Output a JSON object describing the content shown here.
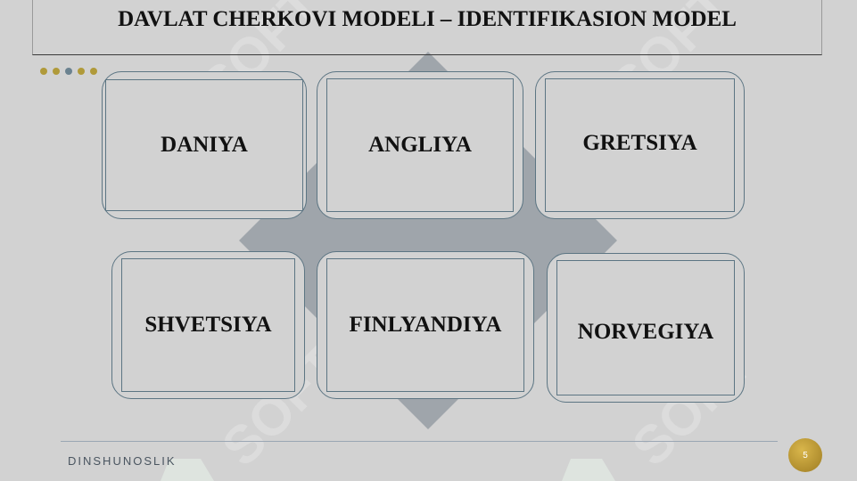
{
  "slide": {
    "title": "DAVLAT CHERKOVI MODELI – IDENTIFIKASION MODEL",
    "footer_text": "DINSHUNOSLIK",
    "page_number": "5",
    "watermark_text": "SOFT",
    "dot_colors": [
      "#b09a3a",
      "#b09a3a",
      "#6b8290",
      "#b09a3a",
      "#b09a3a"
    ],
    "accent_color": "#5c7583"
  },
  "boxes": [
    {
      "label": "DANIYA"
    },
    {
      "label": "ANGLIYA"
    },
    {
      "label": "GRETSIYA"
    },
    {
      "label": "SHVETSIYA"
    },
    {
      "label": "FINLYANDIYA"
    },
    {
      "label": "NORVEGIYA"
    }
  ]
}
